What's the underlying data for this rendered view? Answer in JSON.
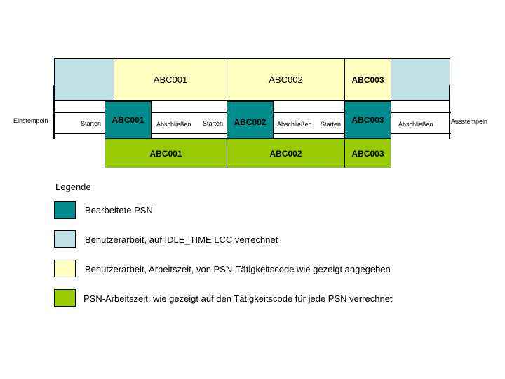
{
  "top_row": {
    "seg1": "ABC001",
    "seg2": "ABC002",
    "seg3": "ABC003"
  },
  "middle_row": {
    "clock_in": "Einstempeln",
    "start1": "Starten",
    "psn1": "ABC001",
    "finish1": "Abschließen",
    "start2": "Starten",
    "psn2": "ABC002",
    "finish2": "Abschließen",
    "start3": "Starten",
    "psn3": "ABC003",
    "finish3": "Abschließen",
    "clock_out": "Ausstempeln"
  },
  "bottom_row": {
    "seg1": "ABC001",
    "seg2": "ABC002",
    "seg3": "ABC003"
  },
  "legend": {
    "title": "Legende",
    "items": [
      {
        "color": "#008c8c",
        "label": "Bearbeitete PSN"
      },
      {
        "color": "#bfe0e4",
        "label": "Benutzerarbeit, auf IDLE_TIME LCC verrechnet"
      },
      {
        "color": "#ffffc0",
        "label": "Benutzerarbeit, Arbeitszeit, von PSN-Tätigkeitscode wie gezeigt angegeben"
      },
      {
        "color": "#99cc00",
        "label": "PSN-Arbeitszeit, wie gezeigt auf den Tätigkeitscode für jede PSN verrechnet"
      }
    ]
  }
}
